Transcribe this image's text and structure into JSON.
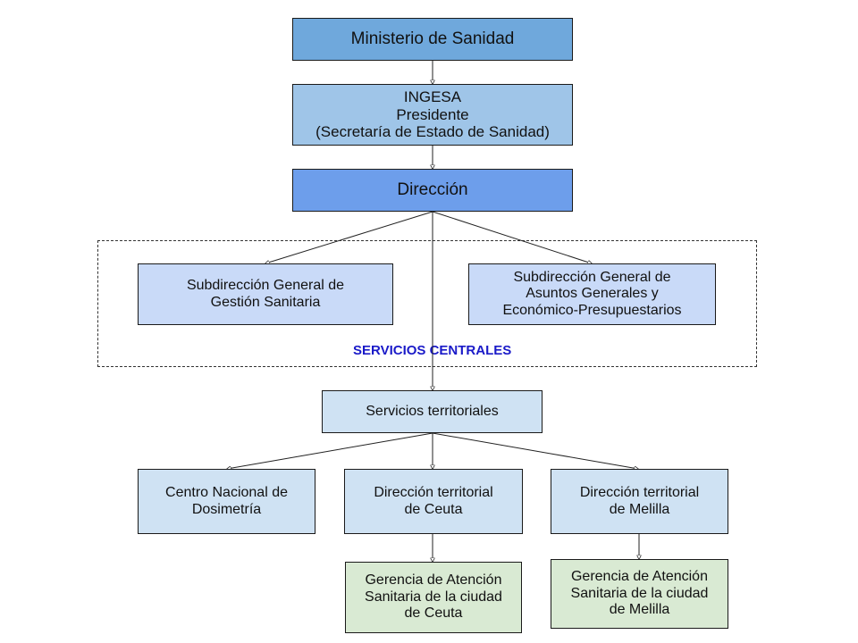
{
  "colors": {
    "top": "#6fa8dc",
    "ingesa": "#9fc5e8",
    "direccion": "#6d9eeb",
    "light_blue": "#c9daf8",
    "pale_blue": "#cfe2f3",
    "green": "#d9ead3",
    "group_label": "#1a1ac8"
  },
  "nodes": {
    "ministerio": "Ministerio de Sanidad",
    "ingesa": "INGESA\nPresidente\n(Secretaría de Estado de Sanidad)",
    "direccion": "Dirección",
    "sg_gestion": "Subdirección General de\nGestión Sanitaria",
    "sg_asuntos": "Subdirección General de\nAsuntos Generales y\nEconómico-Presupuestarios",
    "servicios_territoriales": "Servicios territoriales",
    "centro_dosimetria": "Centro Nacional de\nDosimetría",
    "dt_ceuta": "Dirección territorial\nde Ceuta",
    "dt_melilla": "Dirección territorial\nde Melilla",
    "gerencia_ceuta": "Gerencia de Atención\nSanitaria de la ciudad\nde Ceuta",
    "gerencia_melilla": "Gerencia de Atención\nSanitaria de la ciudad\nde Melilla"
  },
  "groups": {
    "servicios_centrales": "SERVICIOS CENTRALES"
  }
}
